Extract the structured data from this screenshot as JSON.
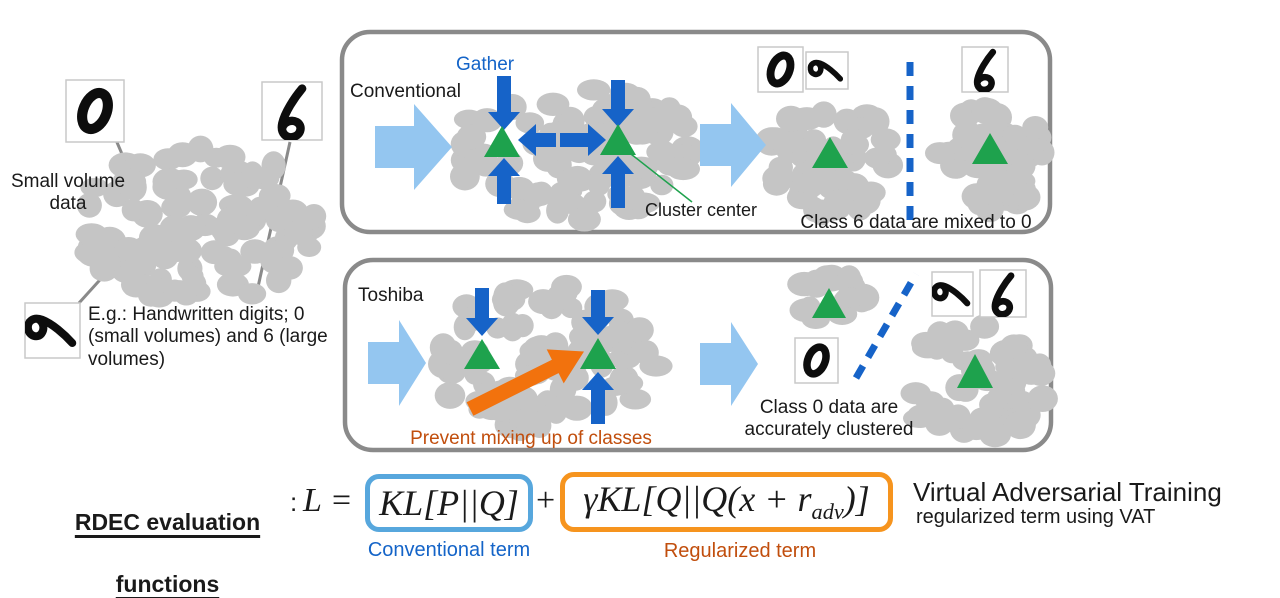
{
  "left_panel": {
    "small_volume_label": "Small volume data",
    "example_caption": "E.g.: Handwritten digits; 0 (small volumes) and 6 (large volumes)"
  },
  "conventional_box": {
    "title": "Conventional",
    "gather_label": "Gather",
    "cluster_center_label": "Cluster center",
    "result_caption": "Class 6 data are mixed to 0"
  },
  "toshiba_box": {
    "title": "Toshiba",
    "prevent_label": "Prevent mixing up of classes",
    "result_caption": "Class 0 data are accurately clustered"
  },
  "formula": {
    "heading_line1": "RDEC evaluation",
    "heading_line2": "functions",
    "colon": ":",
    "lhs": "L =",
    "conventional_term": "KL[P||Q]",
    "plus": "+",
    "regularized_term": {
      "main": "γKL[Q||Q(x + r",
      "sub": "adv",
      "end": ")]"
    },
    "conventional_term_label": "Conventional term",
    "regularized_term_label": "Regularized term",
    "vat_title": "Virtual Adversarial Training",
    "vat_subtitle": "regularized term using VAT"
  },
  "colors": {
    "arrow_blue": "#1663c8",
    "flow_arrow_blue": "#94c6f0",
    "cluster_green": "#1ea24d",
    "orange": "#f2720d",
    "orange_dark": "#c14e0d",
    "dot_gray": "#c5c5c5",
    "box_border_gray": "#8a8a8a",
    "term_blue": "#1464c8",
    "formula_blue_border": "#57a7dd",
    "formula_orange_border": "#f6941e"
  }
}
